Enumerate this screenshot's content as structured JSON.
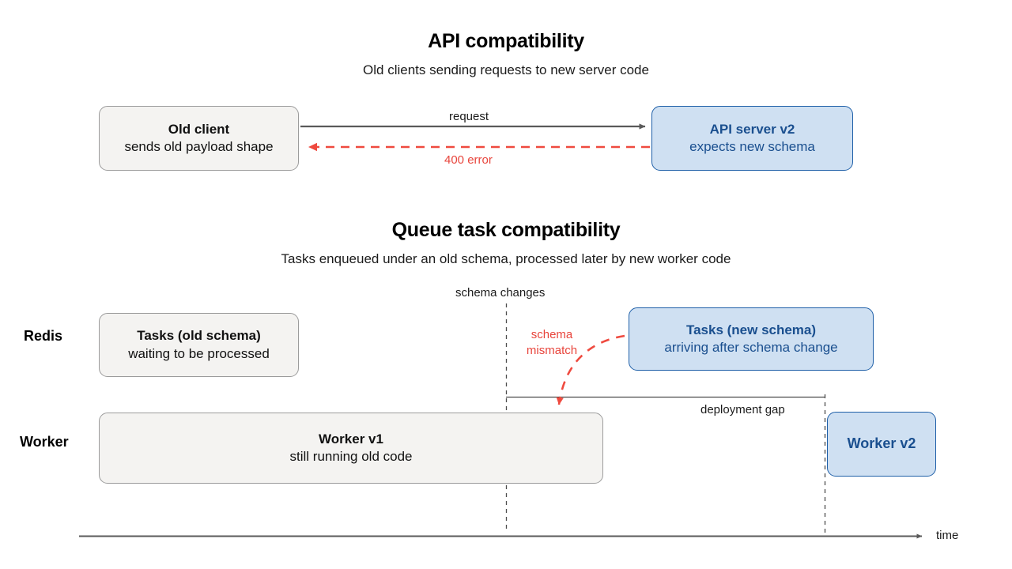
{
  "sections": [
    {
      "id": "api",
      "title": "API compatibility",
      "subtitle": "Old clients sending requests to new server code",
      "nodes": [
        {
          "id": "old-client",
          "title": "Old client",
          "subtitle": "sends old payload shape",
          "style": "grey"
        },
        {
          "id": "api-server",
          "title": "API server v2",
          "subtitle": "expects new schema",
          "style": "blue"
        }
      ],
      "edges": [
        {
          "id": "request",
          "label": "request",
          "style": "solid-grey"
        },
        {
          "id": "error",
          "label": "400 error",
          "style": "dashed-red"
        }
      ]
    },
    {
      "id": "queue",
      "title": "Queue task compatibility",
      "subtitle": "Tasks enqueued under an old schema, processed later by new worker code",
      "lanes": [
        {
          "id": "redis",
          "label": "Redis"
        },
        {
          "id": "worker",
          "label": "Worker"
        }
      ],
      "nodes": [
        {
          "id": "tasks-old",
          "title": "Tasks (old schema)",
          "subtitle": "waiting to be processed",
          "style": "grey"
        },
        {
          "id": "tasks-new",
          "title": "Tasks (new schema)",
          "subtitle": "arriving after schema change",
          "style": "blue"
        },
        {
          "id": "worker-v1",
          "title": "Worker v1",
          "subtitle": "still running old code",
          "style": "grey"
        },
        {
          "id": "worker-v2",
          "title": "Worker v2",
          "subtitle": "",
          "style": "blue"
        }
      ],
      "markers": [
        {
          "id": "schema-changes",
          "label": "schema changes"
        },
        {
          "id": "deployment-gap",
          "label": "deployment gap"
        },
        {
          "id": "schema-mismatch",
          "label": "schema mismatch",
          "line1": "schema",
          "line2": "mismatch"
        }
      ],
      "axis": {
        "label": "time"
      }
    }
  ],
  "colors": {
    "blue_fill": "#cfe0f2",
    "blue_stroke": "#1e5fa8",
    "blue_text": "#1a4f8f",
    "grey_fill": "#f4f3f1",
    "grey_stroke": "#9b9b9b",
    "red": "#e8453c",
    "arrow_grey": "#5a5a5a",
    "text": "#111111"
  }
}
